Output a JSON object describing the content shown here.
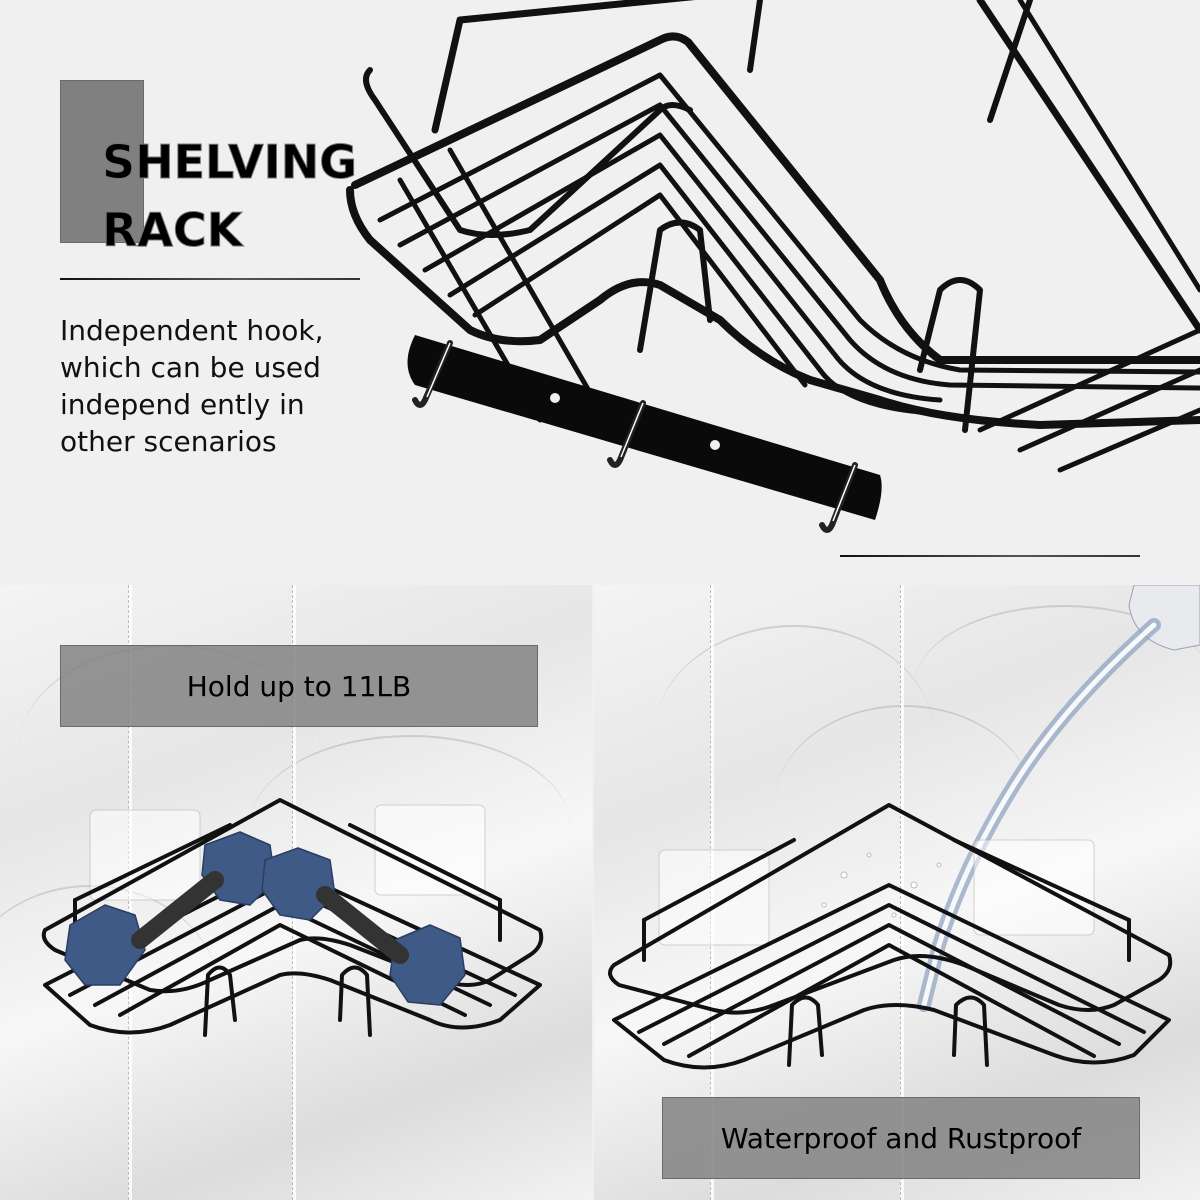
{
  "header": {
    "title_line1": "SHELVING",
    "title_line2": "RACK"
  },
  "description": {
    "lines": [
      "Independent hook,",
      "which can be used",
      "independ ently in",
      "other scenarios"
    ]
  },
  "panels": {
    "left": {
      "label": "Hold up to 11LB",
      "image": "corner-rack-with-dumbbells"
    },
    "right": {
      "label": "Waterproof and Rustproof",
      "image": "corner-rack-with-pouring-water"
    }
  },
  "images": {
    "top": "black-wire-corner-basket-and-hook-bar"
  },
  "colors": {
    "background": "#f0f0f0",
    "title_accent_block": "#808080",
    "label_box": "#828282",
    "rack_wire": "#111111",
    "dumbbell": "#3f5a86"
  }
}
